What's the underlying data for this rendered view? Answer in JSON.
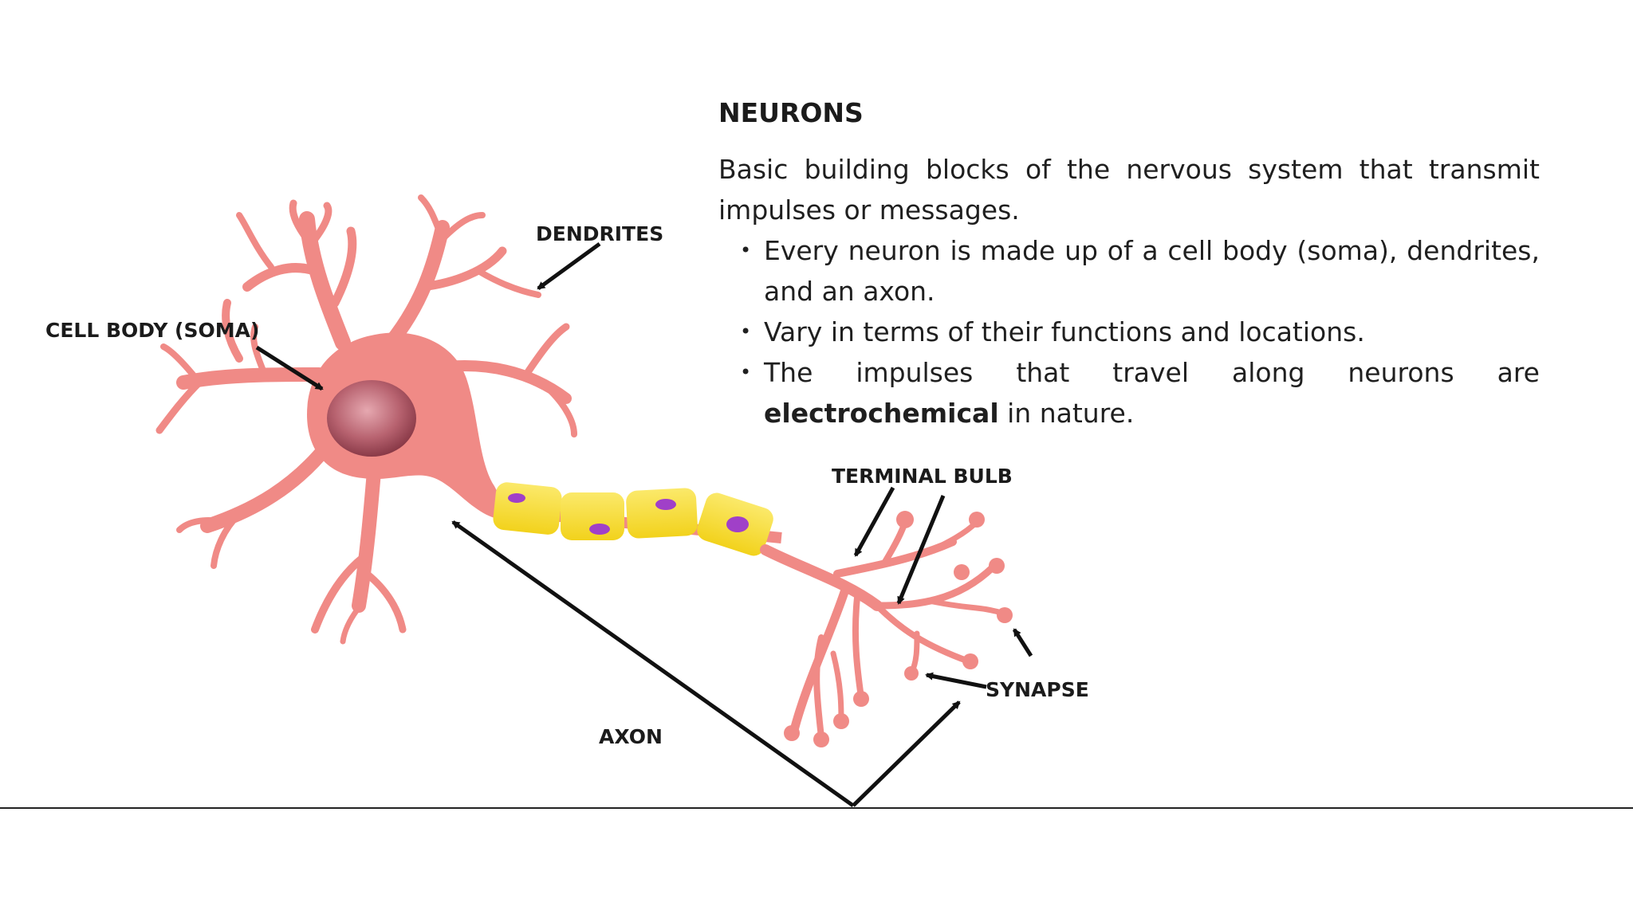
{
  "panel": {
    "title": "NEURONS",
    "intro": "Basic building blocks of the nervous system that transmit impulses or messages.",
    "bullets": [
      {
        "text": "Every neuron is made up of a cell body (soma), dendrites, and an axon.",
        "bold": "",
        "after": ""
      },
      {
        "text": "Vary in terms of their functions and locations.",
        "bold": "",
        "after": ""
      },
      {
        "text": "The impulses that travel along neurons are ",
        "bold": "electrochemical",
        "after": " in nature."
      }
    ]
  },
  "labels": {
    "dendrites": "DENDRITES",
    "cell_body": "CELL BODY (SOMA)",
    "terminal_bulb": "TERMINAL BULB",
    "synapse": "SYNAPSE",
    "axon": "AXON"
  },
  "colors": {
    "neuron_body": "#f08a86",
    "nucleus": "#a8555f",
    "myelin": "#f6dc3c",
    "myelin_nucleus": "#a040c8",
    "arrows": "#111111",
    "baseline": "#222222"
  }
}
